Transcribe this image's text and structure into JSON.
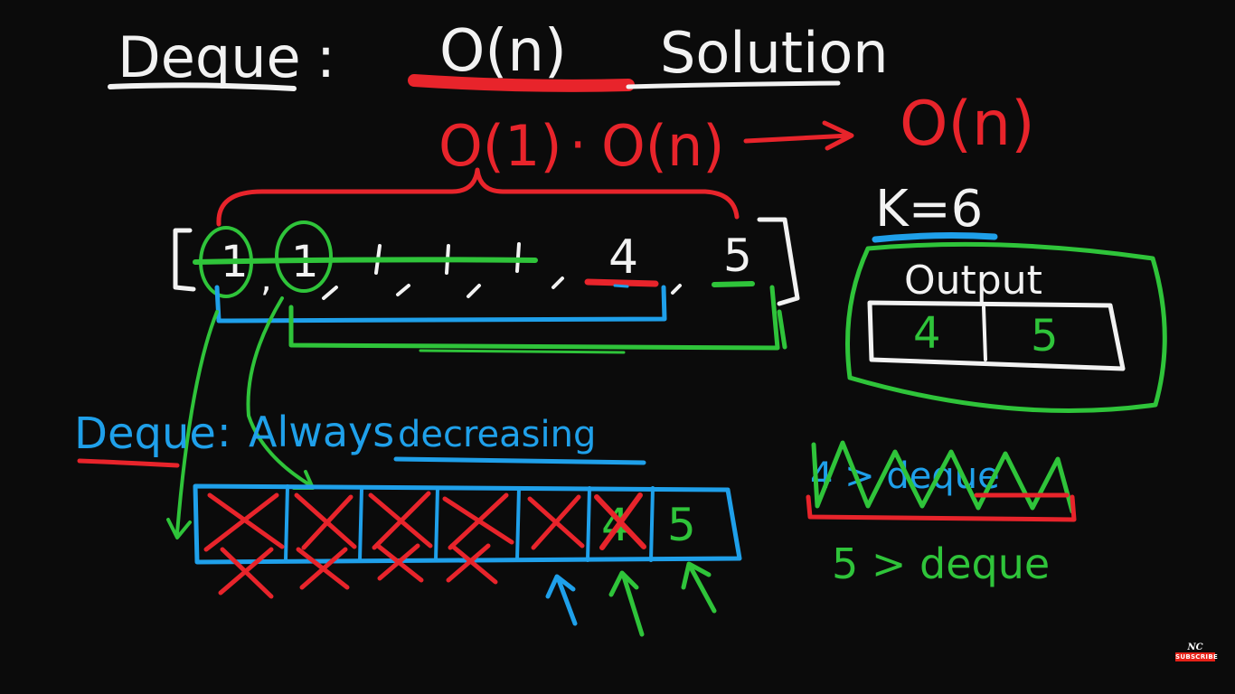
{
  "colors": {
    "background": "#0b0b0b",
    "white": "#f2f2f2",
    "red": "#e8242b",
    "green": "#2fc43a",
    "blue": "#1fa0ea"
  },
  "title": {
    "word": "Deque",
    "colon": ":",
    "complexity": "O(n)",
    "suffix": "Solution"
  },
  "complexity_line": {
    "left": "O(1)",
    "dot": "·",
    "right": "O(n)",
    "result": "O(n)"
  },
  "array": {
    "open_bracket": "[",
    "close_bracket": "]",
    "values": [
      "1",
      "1",
      "4",
      "5"
    ],
    "separators": [
      ",",
      ",",
      ",",
      ",",
      ",",
      ",",
      ","
    ]
  },
  "window_size": "K=6",
  "output": {
    "label": "Output",
    "values": [
      "4",
      "5"
    ]
  },
  "deque_note": {
    "word": "Deque",
    "colon": ":",
    "text": "Always",
    "emphasis": "decreasing"
  },
  "deque_cells": [
    "",
    "",
    "",
    "",
    "",
    "4",
    "5"
  ],
  "comparisons": {
    "crossed": "4 > deque",
    "current": "5 > deque"
  },
  "channel_badge": {
    "logo": "NC",
    "button": "SUBSCRIBE"
  }
}
